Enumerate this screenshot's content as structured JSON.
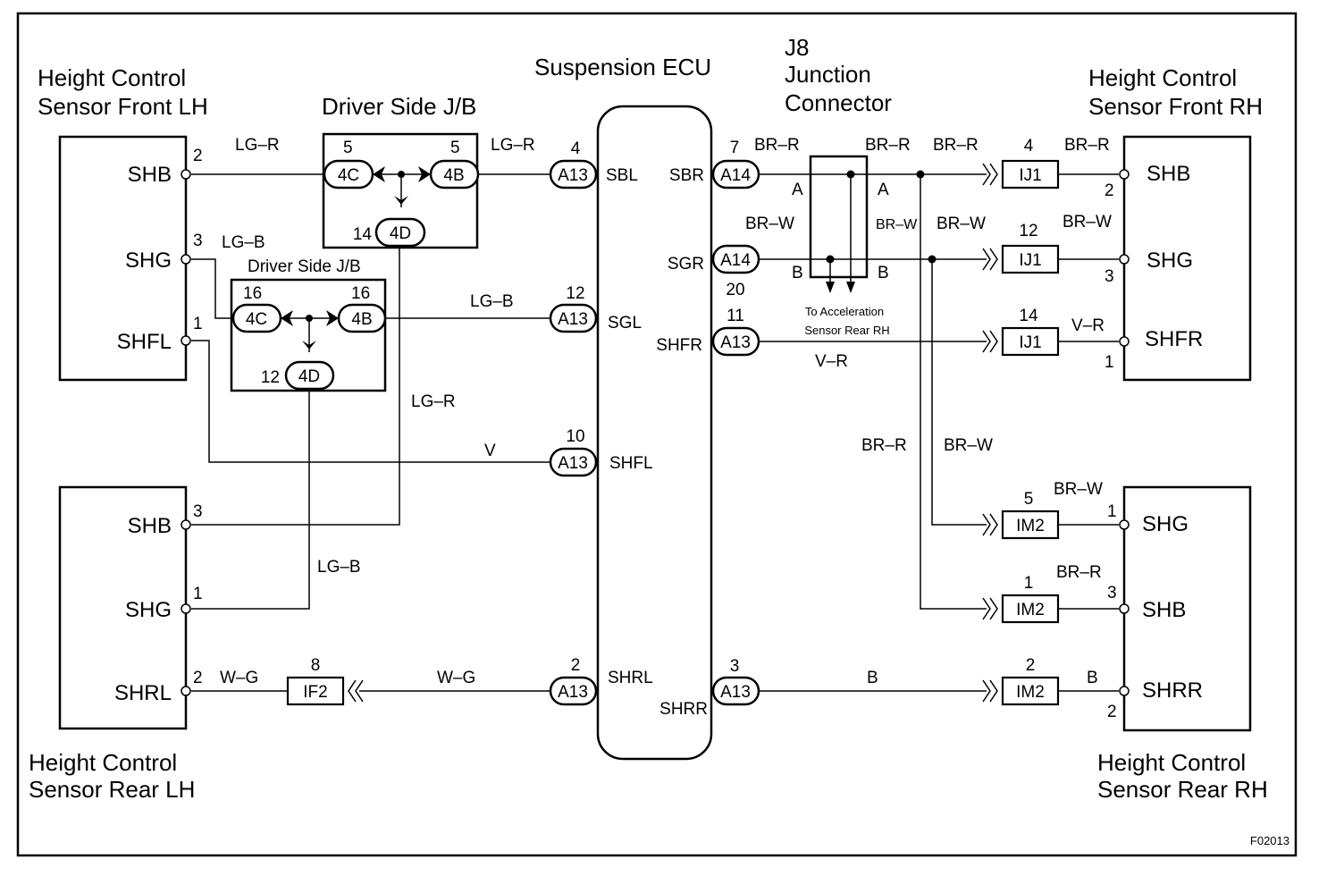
{
  "ecu": {
    "title": "Suspension ECU"
  },
  "junction": {
    "title_1": "J8",
    "title_2": "Junction",
    "title_3": "Connector",
    "pin_a": "A",
    "pin_b": "B",
    "note_1": "To Acceleration",
    "note_2": "Sensor Rear RH"
  },
  "sensors": {
    "front_lh": {
      "title_1": "Height Control",
      "title_2": "Sensor Front LH",
      "pins": [
        "SHB",
        "SHG",
        "SHFL"
      ],
      "nums": [
        "2",
        "3",
        "1"
      ]
    },
    "front_rh": {
      "title_1": "Height Control",
      "title_2": "Sensor Front RH",
      "pins": [
        "SHB",
        "SHG",
        "SHFR"
      ],
      "nums": [
        "2",
        "3",
        "1"
      ]
    },
    "rear_lh": {
      "title_1": "Height Control",
      "title_2": "Sensor Rear LH",
      "pins": [
        "SHB",
        "SHG",
        "SHRL"
      ],
      "nums": [
        "3",
        "1",
        "2"
      ]
    },
    "rear_rh": {
      "title_1": "Height Control",
      "title_2": "Sensor Rear RH",
      "pins": [
        "SHG",
        "SHB",
        "SHRR"
      ],
      "nums": [
        "1",
        "3",
        "2"
      ]
    }
  },
  "jb1": {
    "title": "Driver Side J/B",
    "c1": "4C",
    "c2": "4B",
    "c3": "4D",
    "n1": "5",
    "n2": "5",
    "n3": "14"
  },
  "jb2": {
    "title": "Driver Side J/B",
    "c1": "4C",
    "c2": "4B",
    "c3": "4D",
    "n1": "16",
    "n2": "16",
    "n3": "12"
  },
  "ecu_left": [
    {
      "conn": "A13",
      "num": "4",
      "pin": "SBL"
    },
    {
      "conn": "A13",
      "num": "12",
      "pin": "SGL"
    },
    {
      "conn": "A13",
      "num": "10",
      "pin": "SHFL"
    },
    {
      "conn": "A13",
      "num": "2",
      "pin": "SHRL"
    }
  ],
  "ecu_right": [
    {
      "conn": "A14",
      "num": "7",
      "pin": "SBR"
    },
    {
      "conn": "A14",
      "num": "20",
      "pin": "SGR"
    },
    {
      "conn": "A13",
      "num": "11",
      "pin": "SHFR"
    },
    {
      "conn": "A13",
      "num": "3",
      "pin": "SHRR"
    }
  ],
  "connectors_right": [
    {
      "name": "IJ1",
      "num": "4"
    },
    {
      "name": "IJ1",
      "num": "12"
    },
    {
      "name": "IJ1",
      "num": "14"
    },
    {
      "name": "IM2",
      "num": "5"
    },
    {
      "name": "IM2",
      "num": "1"
    },
    {
      "name": "IM2",
      "num": "2"
    }
  ],
  "if2": {
    "name": "IF2",
    "num": "8"
  },
  "wires": {
    "lg_r_1": "LG–R",
    "lg_r_2": "LG–R",
    "lg_r_3": "LG–R",
    "lg_b_1": "LG–B",
    "lg_b_2": "LG–B",
    "lg_b_3": "LG–B",
    "v": "V",
    "w_g_1": "W–G",
    "w_g_2": "W–G",
    "br_r_1": "BR–R",
    "br_r_2": "BR–R",
    "br_r_3": "BR–R",
    "br_r_4": "BR–R",
    "br_r_5": "BR–R",
    "br_r_6": "BR–R",
    "br_w_1": "BR–W",
    "br_w_2": "BR–W",
    "br_w_3": "BR–W",
    "br_w_4": "BR–W",
    "br_w_5": "BR–W",
    "br_w_6": "BR–W",
    "v_r_1": "V–R",
    "v_r_2": "V–R",
    "b_1": "B",
    "b_2": "B"
  },
  "figure_id": "F02013"
}
